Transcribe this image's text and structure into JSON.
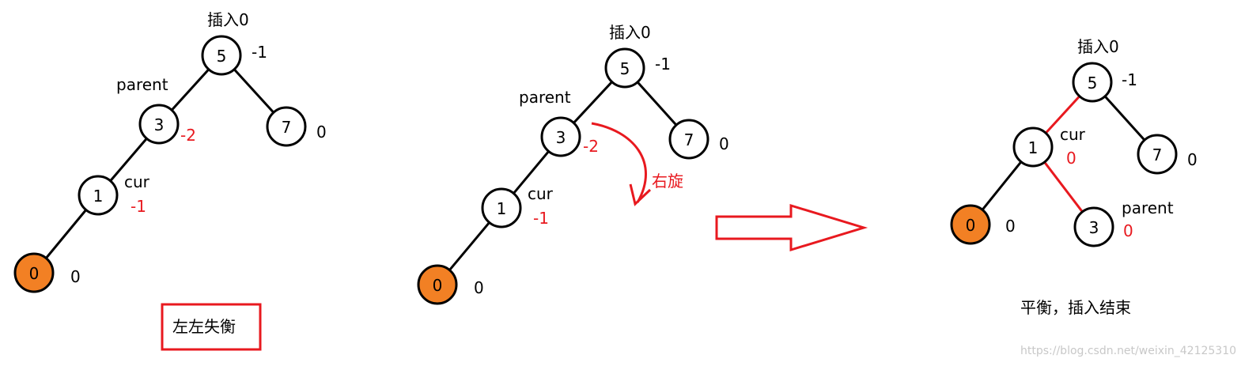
{
  "colors": {
    "highlight_red": "#e8191f",
    "leaf_orange": "#f28024",
    "node_outline": "#000000",
    "text": "#000000"
  },
  "panels": [
    {
      "name": "left",
      "nodes": [
        {
          "id": "n5",
          "key": "5",
          "bf": "-1",
          "tags": [
            "插入0"
          ]
        },
        {
          "id": "n3",
          "key": "3",
          "bf": "-2",
          "bf_red": true,
          "tags": [
            "parent"
          ]
        },
        {
          "id": "n7",
          "key": "7",
          "bf": "0"
        },
        {
          "id": "n1",
          "key": "1",
          "bf": "-1",
          "bf_red": true,
          "tags": [
            "cur"
          ]
        },
        {
          "id": "n0",
          "key": "0",
          "bf": "0",
          "filled": true
        }
      ],
      "edges": [
        [
          "n5",
          "n3"
        ],
        [
          "n5",
          "n7"
        ],
        [
          "n3",
          "n1"
        ],
        [
          "n1",
          "n0"
        ]
      ],
      "caption": "左左失衡"
    },
    {
      "name": "middle",
      "nodes": [
        {
          "id": "n5",
          "key": "5",
          "bf": "-1",
          "tags": [
            "插入0"
          ]
        },
        {
          "id": "n3",
          "key": "3",
          "bf": "-2",
          "bf_red": true,
          "tags": [
            "parent"
          ]
        },
        {
          "id": "n7",
          "key": "7",
          "bf": "0"
        },
        {
          "id": "n1",
          "key": "1",
          "bf": "-1",
          "bf_red": true,
          "tags": [
            "cur"
          ]
        },
        {
          "id": "n0",
          "key": "0",
          "bf": "0",
          "filled": true
        }
      ],
      "edges": [
        [
          "n5",
          "n3"
        ],
        [
          "n5",
          "n7"
        ],
        [
          "n3",
          "n1"
        ],
        [
          "n1",
          "n0"
        ]
      ],
      "rotation_label": "右旋"
    },
    {
      "name": "right",
      "nodes": [
        {
          "id": "n5",
          "key": "5",
          "bf": "-1",
          "tags": [
            "插入0"
          ]
        },
        {
          "id": "n1",
          "key": "1",
          "bf": "0",
          "bf_red": true,
          "tags": [
            "cur"
          ]
        },
        {
          "id": "n7",
          "key": "7",
          "bf": "0"
        },
        {
          "id": "n0",
          "key": "0",
          "bf": "0",
          "filled": true
        },
        {
          "id": "n3",
          "key": "3",
          "bf": "0",
          "bf_red": true,
          "tags": [
            "parent"
          ]
        }
      ],
      "edges": [
        [
          "n5",
          "n1",
          "red"
        ],
        [
          "n5",
          "n7"
        ],
        [
          "n1",
          "n0"
        ],
        [
          "n1",
          "n3",
          "red"
        ]
      ],
      "caption": "平衡，插入结束"
    }
  ],
  "watermark": "https://blog.csdn.net/weixin_42125310"
}
